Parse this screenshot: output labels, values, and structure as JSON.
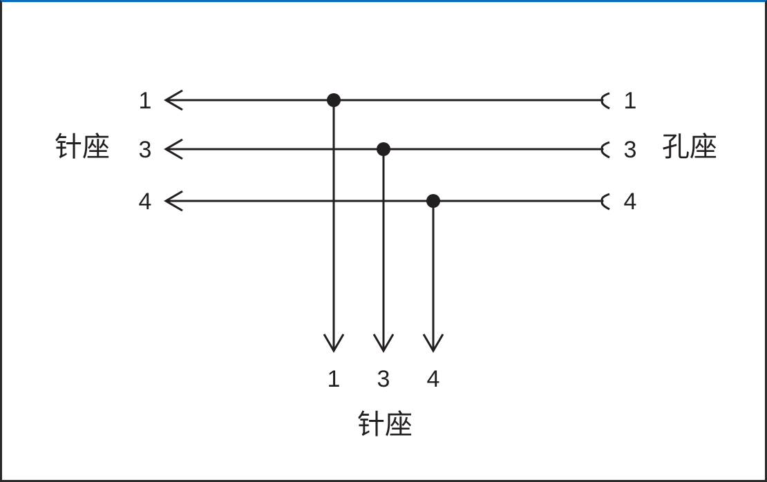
{
  "left_connector": {
    "label": "针座",
    "pins": [
      "1",
      "3",
      "4"
    ]
  },
  "right_connector": {
    "label": "孔座",
    "pins": [
      "1",
      "3",
      "4"
    ]
  },
  "bottom_connector": {
    "label": "针座",
    "pins": [
      "1",
      "3",
      "4"
    ]
  },
  "colors": {
    "line": "#231f20",
    "top_border": "#0a6cbc"
  }
}
